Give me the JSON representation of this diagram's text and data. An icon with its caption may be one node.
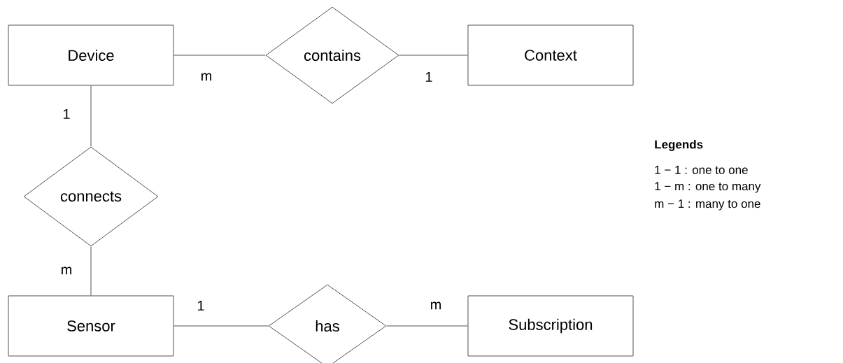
{
  "diagram": {
    "nodes": [
      {
        "text": [
          "Device"
        ]
      },
      {
        "text": [
          "contains"
        ]
      },
      {
        "text": [
          "Context"
        ]
      },
      {
        "text": [
          "connects"
        ]
      },
      {
        "text": [
          "Sensor"
        ]
      },
      {
        "text": [
          "has"
        ]
      },
      {
        "text": [
          "Subscription"
        ]
      }
    ],
    "edges": [
      {
        "from": 0,
        "to": 1,
        "arrow": "none",
        "label": "m"
      },
      {
        "from": 1,
        "to": 2,
        "arrow": "none",
        "label": "1"
      },
      {
        "from": 0,
        "to": 3,
        "arrow": "none",
        "label": "1"
      },
      {
        "from": 3,
        "to": 4,
        "arrow": "none",
        "label": "m"
      },
      {
        "from": 4,
        "to": 5,
        "arrow": "none",
        "label": "1"
      },
      {
        "from": 5,
        "to": 6,
        "arrow": "none",
        "label": "m"
      }
    ],
    "labels": [
      "Legends",
      "1 − 1  :  one to one",
      "1 − m :  one to many",
      "m − 1 :  many to one"
    ]
  }
}
